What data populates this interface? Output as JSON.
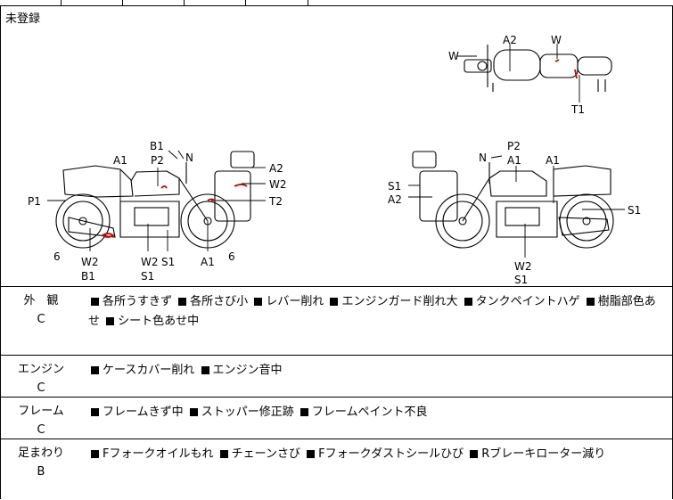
{
  "header": {
    "status": "未登録"
  },
  "diagram": {
    "top_view_labels": [
      "W",
      "A2",
      "W",
      "T1"
    ],
    "left_side_labels": [
      "B1",
      "N",
      "A1",
      "P2",
      "A2",
      "W2",
      "T2",
      "P1",
      "6",
      "W2",
      "B1",
      "W2",
      "S1",
      "S1",
      "A1",
      "6"
    ],
    "right_side_labels": [
      "P2",
      "N",
      "A1",
      "A1",
      "S1",
      "A2",
      "S1",
      "W2",
      "S1"
    ]
  },
  "sections": [
    {
      "name": "外　観",
      "grade": "C",
      "items": [
        "各所うすきず",
        "各所さび小",
        "レバー削れ",
        "エンジンガード削れ大",
        "タンクペイントハゲ",
        "樹脂部色あせ",
        "シート色あせ中"
      ]
    },
    {
      "name": "エンジン",
      "grade": "C",
      "items": [
        "ケースカバー削れ",
        "エンジン音中"
      ]
    },
    {
      "name": "フレーム",
      "grade": "C",
      "items": [
        "フレームきず中",
        "ストッパー修正跡",
        "フレームペイント不良"
      ]
    },
    {
      "name": "足まわり",
      "grade": "B",
      "items": [
        "Fフォークオイルもれ",
        "チェーンさび",
        "Fフォークダストシールひび",
        "Rブレーキローター減り"
      ]
    }
  ],
  "colors": {
    "damage_mark": "#cc0000",
    "line": "#000000"
  }
}
